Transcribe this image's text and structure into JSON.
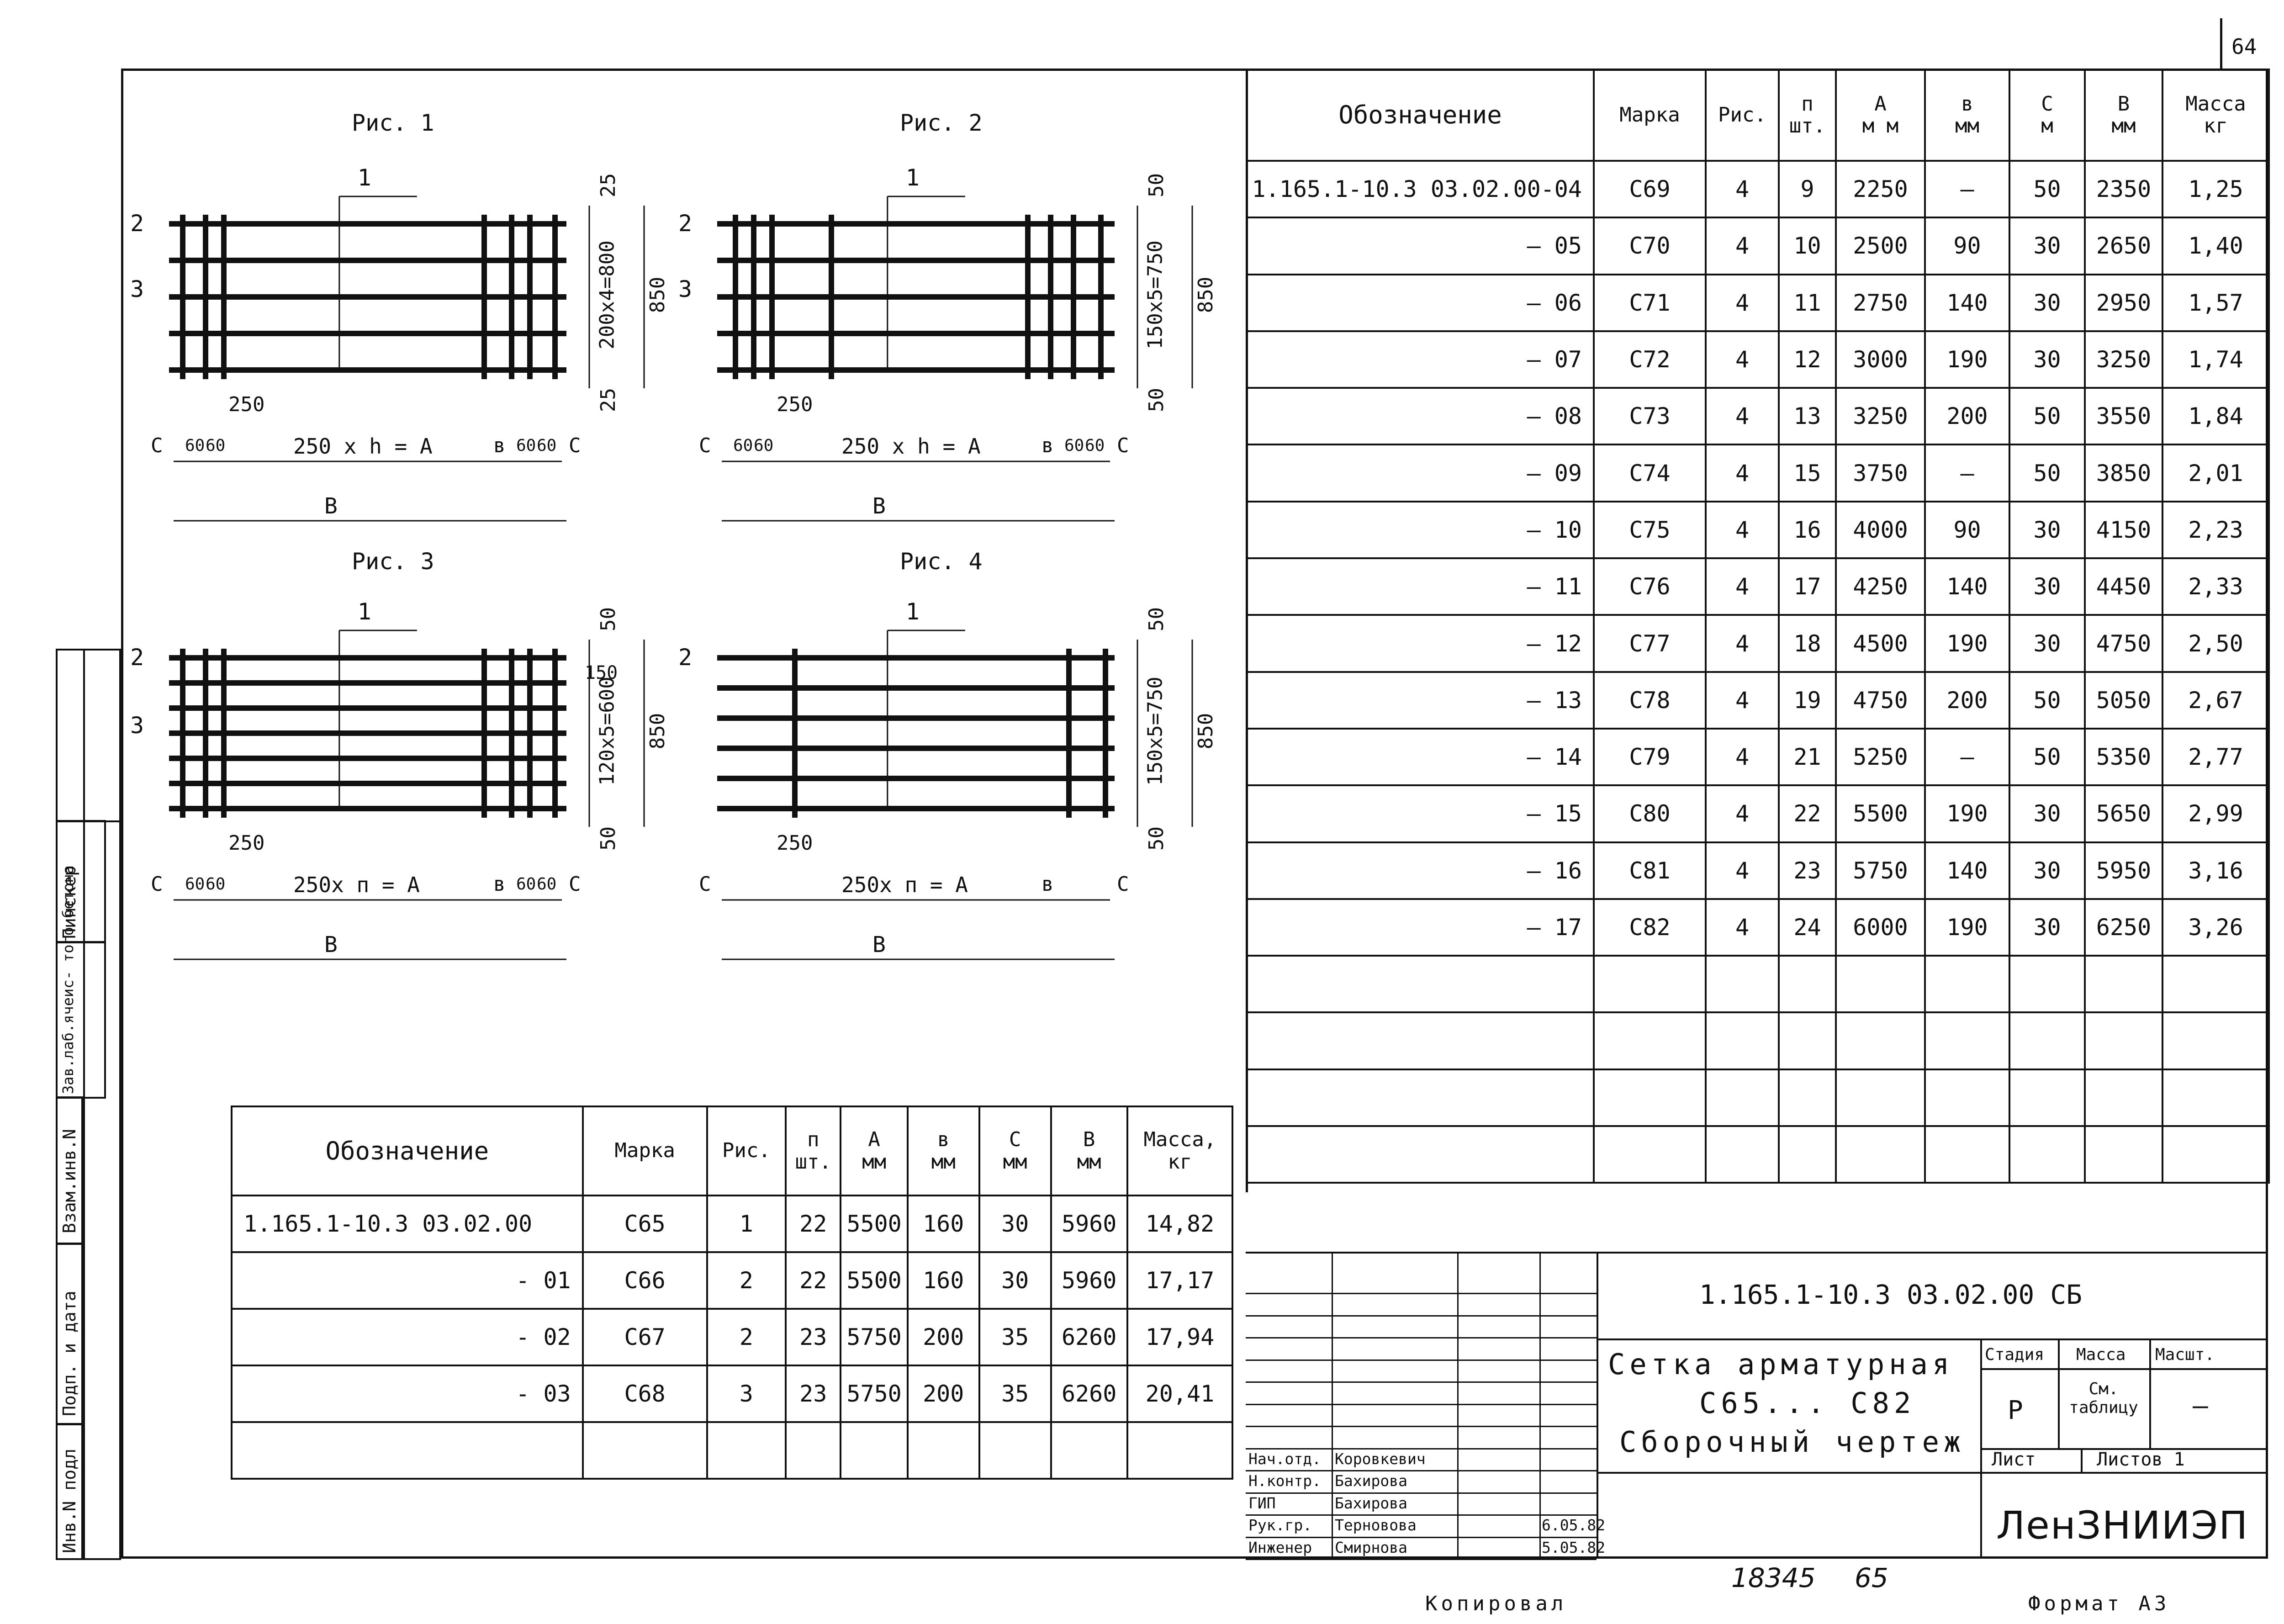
{
  "sheet_number": "64",
  "figures": [
    {
      "title": "Рис. 1",
      "lbl_1": "1",
      "lbl_2": "2",
      "lbl_3": "3",
      "dim_top": "25",
      "dim_mid": "200х4=800",
      "dim_bot": "25",
      "dim_total": "850",
      "dim_250": "250",
      "dim_c_left": "С",
      "dim_60a": "60",
      "dim_60b": "60",
      "dim_span": "250 х h = А",
      "dim_b": "в",
      "dim_60c": "60",
      "dim_60d": "60",
      "dim_c_right": "С",
      "dim_B": "В"
    },
    {
      "title": "Рис. 2",
      "lbl_1": "1",
      "lbl_2": "2",
      "lbl_3": "3",
      "dim_top": "50",
      "dim_mid": "150х5=750",
      "dim_bot": "50",
      "dim_total": "850",
      "dim_250": "250",
      "dim_c_left": "С",
      "dim_60a": "60",
      "dim_60b": "60",
      "dim_span": "250 х h = А",
      "dim_b": "в",
      "dim_60c": "60",
      "dim_60d": "60",
      "dim_c_right": "С",
      "dim_B": "В"
    },
    {
      "title": "Рис. 3",
      "lbl_1": "1",
      "lbl_2": "2",
      "lbl_3": "3",
      "dim_top": "50",
      "dim_150": "150",
      "dim_mid": "120х5=600",
      "dim_bot": "50",
      "dim_total": "850",
      "dim_250": "250",
      "dim_c_left": "С",
      "dim_60a": "60",
      "dim_60b": "60",
      "dim_span": "250х п = А",
      "dim_b": "в",
      "dim_60c": "60",
      "dim_60d": "60",
      "dim_c_right": "С",
      "dim_B": "В"
    },
    {
      "title": "Рис. 4",
      "lbl_1": "1",
      "lbl_2": "2",
      "dim_top": "50",
      "dim_mid": "150х5=750",
      "dim_bot": "50",
      "dim_total": "850",
      "dim_250": "250",
      "dim_c_left": "С",
      "dim_span": "250х п = А",
      "dim_b": "в",
      "dim_c_right": "С",
      "dim_B": "В"
    }
  ],
  "table_headers": {
    "designation": "Обозначение",
    "mark": "Марка",
    "fig": "Рис.",
    "n_top": "п",
    "n_bot": "шт.",
    "a_top": "А",
    "a_bot": "мм",
    "b_top": "в",
    "b_bot": "мм",
    "c_top": "С",
    "c_bot": "мм",
    "bb_top": "В",
    "bb_bot": "мм",
    "mass_top": "Масса,",
    "mass_bot": "кг"
  },
  "table_headers_right": {
    "designation": "Обозначение",
    "mark": "Марка",
    "fig": "Рис.",
    "n_top": "п",
    "n_bot": "шт.",
    "a_top": "А",
    "a_bot": "м м",
    "b_top": "в",
    "b_bot": "мм",
    "c_top": "С",
    "c_bot": "м",
    "bb_top": "В",
    "bb_bot": "мм",
    "mass_top": "Масса",
    "mass_bot": "кг"
  },
  "bottom_table_rows": [
    {
      "designation": "1.165.1-10.3 03.02.00",
      "mark": "С65",
      "fig": "1",
      "n": "22",
      "a": "5500",
      "b": "160",
      "c": "30",
      "bb": "5960",
      "mass": "14,82"
    },
    {
      "designation": "- 01",
      "mark": "С66",
      "fig": "2",
      "n": "22",
      "a": "5500",
      "b": "160",
      "c": "30",
      "bb": "5960",
      "mass": "17,17"
    },
    {
      "designation": "- 02",
      "mark": "С67",
      "fig": "2",
      "n": "23",
      "a": "5750",
      "b": "200",
      "c": "35",
      "bb": "6260",
      "mass": "17,94"
    },
    {
      "designation": "- 03",
      "mark": "С68",
      "fig": "3",
      "n": "23",
      "a": "5750",
      "b": "200",
      "c": "35",
      "bb": "6260",
      "mass": "20,41"
    }
  ],
  "right_table_rows": [
    {
      "designation": "1.165.1-10.3 03.02.00-04",
      "mark": "С69",
      "fig": "4",
      "n": "9",
      "a": "2250",
      "b": "—",
      "c": "50",
      "bb": "2350",
      "mass": "1,25"
    },
    {
      "designation": "— 05",
      "mark": "С70",
      "fig": "4",
      "n": "10",
      "a": "2500",
      "b": "90",
      "c": "30",
      "bb": "2650",
      "mass": "1,40"
    },
    {
      "designation": "— 06",
      "mark": "С71",
      "fig": "4",
      "n": "11",
      "a": "2750",
      "b": "140",
      "c": "30",
      "bb": "2950",
      "mass": "1,57"
    },
    {
      "designation": "— 07",
      "mark": "С72",
      "fig": "4",
      "n": "12",
      "a": "3000",
      "b": "190",
      "c": "30",
      "bb": "3250",
      "mass": "1,74"
    },
    {
      "designation": "— 08",
      "mark": "С73",
      "fig": "4",
      "n": "13",
      "a": "3250",
      "b": "200",
      "c": "50",
      "bb": "3550",
      "mass": "1,84"
    },
    {
      "designation": "— 09",
      "mark": "С74",
      "fig": "4",
      "n": "15",
      "a": "3750",
      "b": "—",
      "c": "50",
      "bb": "3850",
      "mass": "2,01"
    },
    {
      "designation": "— 10",
      "mark": "С75",
      "fig": "4",
      "n": "16",
      "a": "4000",
      "b": "90",
      "c": "30",
      "bb": "4150",
      "mass": "2,23"
    },
    {
      "designation": "— 11",
      "mark": "С76",
      "fig": "4",
      "n": "17",
      "a": "4250",
      "b": "140",
      "c": "30",
      "bb": "4450",
      "mass": "2,33"
    },
    {
      "designation": "— 12",
      "mark": "С77",
      "fig": "4",
      "n": "18",
      "a": "4500",
      "b": "190",
      "c": "30",
      "bb": "4750",
      "mass": "2,50"
    },
    {
      "designation": "— 13",
      "mark": "С78",
      "fig": "4",
      "n": "19",
      "a": "4750",
      "b": "200",
      "c": "50",
      "bb": "5050",
      "mass": "2,67"
    },
    {
      "designation": "— 14",
      "mark": "С79",
      "fig": "4",
      "n": "21",
      "a": "5250",
      "b": "—",
      "c": "50",
      "bb": "5350",
      "mass": "2,77"
    },
    {
      "designation": "— 15",
      "mark": "С80",
      "fig": "4",
      "n": "22",
      "a": "5500",
      "b": "190",
      "c": "30",
      "bb": "5650",
      "mass": "2,99"
    },
    {
      "designation": "— 16",
      "mark": "С81",
      "fig": "4",
      "n": "23",
      "a": "5750",
      "b": "140",
      "c": "30",
      "bb": "5950",
      "mass": "3,16"
    },
    {
      "designation": "— 17",
      "mark": "С82",
      "fig": "4",
      "n": "24",
      "a": "6000",
      "b": "190",
      "c": "30",
      "bb": "6250",
      "mass": "3,26"
    }
  ],
  "side_stamp": [
    "Инв.N подл",
    "Подп. и дата",
    "Взам.инв.N",
    "Зав.лаб.ячеис- того бетона",
    "Пинскер"
  ],
  "title_block": {
    "doc_code": "1.165.1-10.3 03.02.00 СБ",
    "title_line1": "Сетка арматурная",
    "title_line2": "С65... С82",
    "title_line3": "Сборочный чертеж",
    "stage_label": "Стадия",
    "mass_label": "Масса",
    "scale_label": "Масшт.",
    "stage_value": "Р",
    "mass_value": "См. таблицу",
    "scale_value": "—",
    "sheet_label": "Лист",
    "sheets_label": "Листов 1",
    "org": "ЛенЗНИИЭП",
    "roles": [
      {
        "role": "Нач.отд.",
        "name": "Коровкевич",
        "date": ""
      },
      {
        "role": "Н.контр.",
        "name": "Бахирова",
        "date": ""
      },
      {
        "role": "ГИП",
        "name": "Бахирова",
        "date": ""
      },
      {
        "role": "Рук.гр.",
        "name": "Терновова",
        "date": "6.05.82"
      },
      {
        "role": "Инженер",
        "name": "Смирнова",
        "date": "5.05.82"
      }
    ]
  },
  "bottom_notes": {
    "number": "18345",
    "format_note": "65",
    "kopiroval": "Копировал",
    "format": "Формат А3"
  }
}
